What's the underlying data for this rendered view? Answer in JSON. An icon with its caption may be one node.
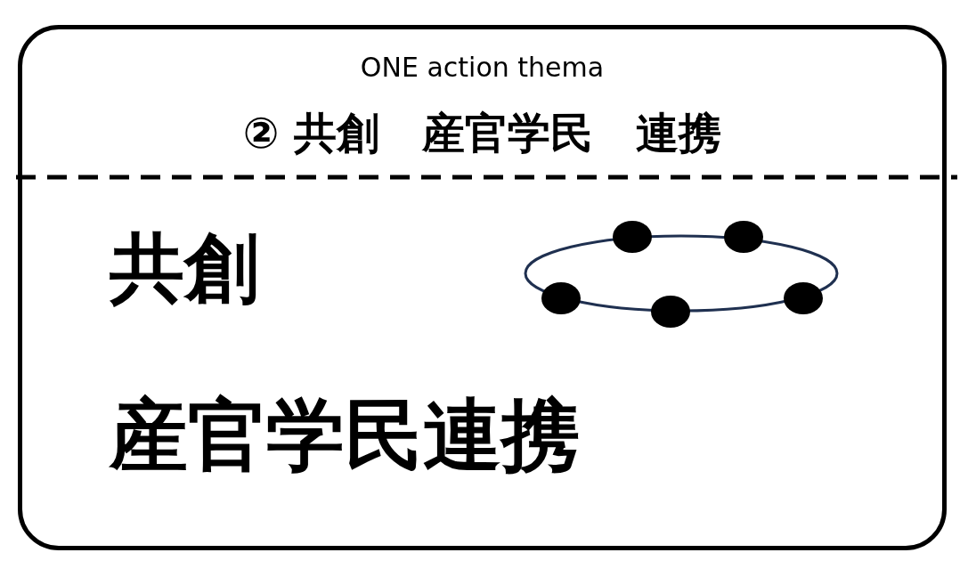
{
  "diagram": {
    "nodes": [
      {
        "text": [
          "ONE action thema",
          "② 共創　産官学民　連携",
          "共創",
          "産官学民連携"
        ]
      }
    ]
  }
}
